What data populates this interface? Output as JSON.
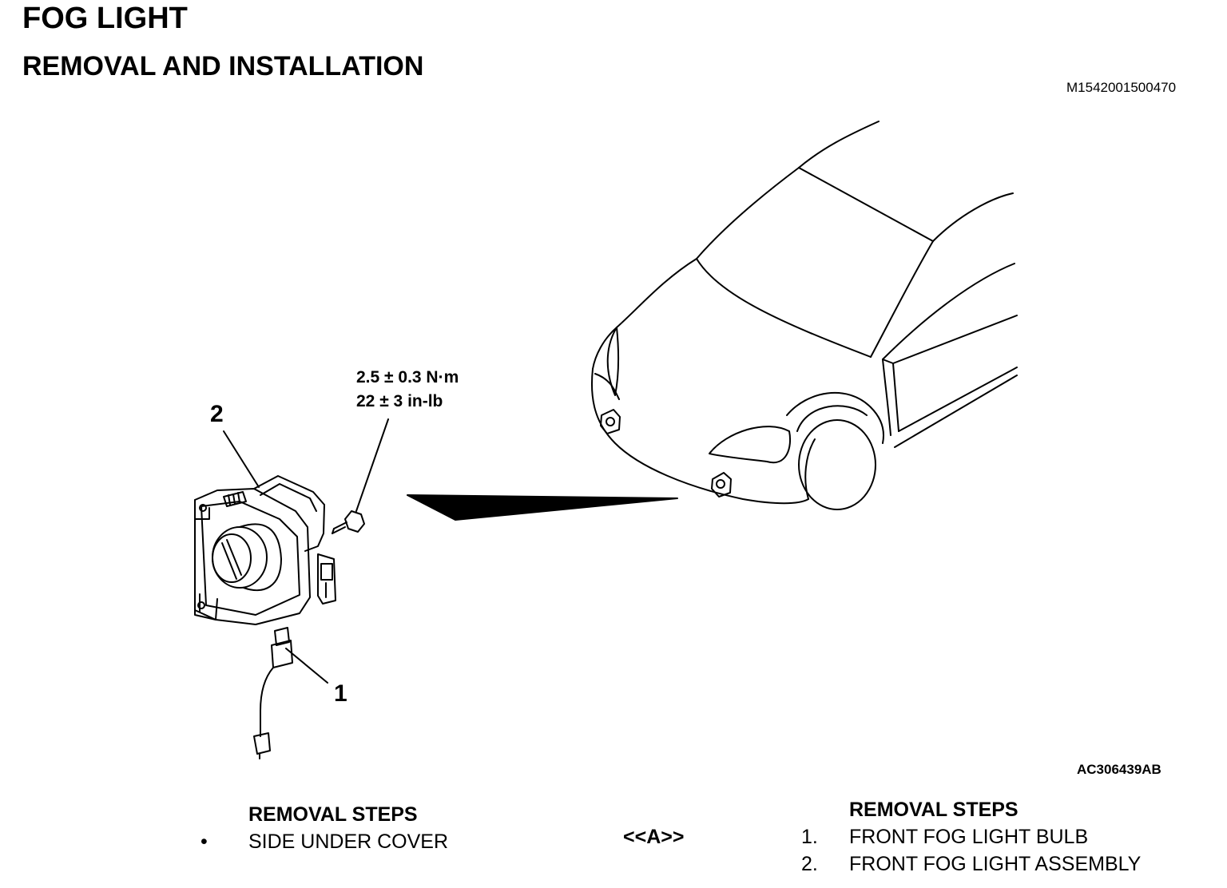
{
  "header": {
    "title": "FOG LIGHT",
    "subtitle": "REMOVAL AND INSTALLATION",
    "doc_id": "M1542001500470"
  },
  "figure": {
    "torque_nm": "2.5 ± 0.3 N·m",
    "torque_inlb": "22 ± 3 in-lb",
    "callout_1": "1",
    "callout_2": "2",
    "figure_id": "AC306439AB",
    "icons": [
      "car-front-illustration",
      "fog-light-assembly-illustration",
      "screw-icon",
      "bulb-harness-icon"
    ]
  },
  "left_steps": {
    "heading": "REMOVAL STEPS",
    "bullet": "•",
    "item": "SIDE UNDER COVER"
  },
  "middle": {
    "marker": "<<A>>"
  },
  "right_steps": {
    "heading": "REMOVAL STEPS",
    "items": [
      {
        "num": "1.",
        "label": "FRONT FOG LIGHT BULB"
      },
      {
        "num": "2.",
        "label": "FRONT FOG LIGHT ASSEMBLY"
      }
    ]
  }
}
